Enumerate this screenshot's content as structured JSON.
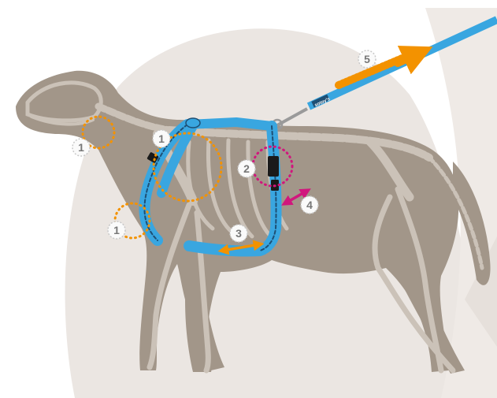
{
  "diagram": {
    "markers": [
      {
        "id": "neck-1",
        "label": "1"
      },
      {
        "id": "shoulder-1",
        "label": "1"
      },
      {
        "id": "chest-1",
        "label": "1"
      },
      {
        "id": "back-2",
        "label": "2"
      },
      {
        "id": "girth-3",
        "label": "3"
      },
      {
        "id": "belly-4",
        "label": "4"
      },
      {
        "id": "leash-5",
        "label": "5"
      }
    ],
    "brand_tag": "sotoy's",
    "colors": {
      "background_shape": "#ebe6e2",
      "dog_body": "#a29689",
      "skeleton": "#cbc2b8",
      "harness": "#39a6e0",
      "harness_stitch": "#1e4f74",
      "buckle": "#1a1a1a",
      "orange_indicator": "#f39200",
      "magenta_indicator": "#d1177d",
      "marker_fill": "#fafafa",
      "marker_text": "#777777"
    }
  }
}
